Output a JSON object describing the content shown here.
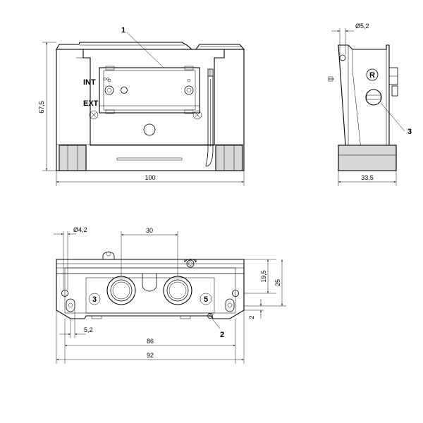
{
  "front_view": {
    "callout_1": "1",
    "label_int": "INT",
    "label_ext": "EXT",
    "dim_height": "67,5",
    "dim_width": "100"
  },
  "side_view": {
    "dim_hole": "Ø5,2",
    "callout_3": "3",
    "marking_r": "R",
    "dim_depth": "33,5"
  },
  "bottom_view": {
    "dim_hole": "Ø4,2",
    "dim_pitch": "30",
    "port_3": "3",
    "port_5": "5",
    "callout_2": "2",
    "dim_19_5": "19,5",
    "dim_25": "25",
    "dim_2": "2",
    "dim_5_2": "5,2",
    "dim_86": "86",
    "dim_92": "92"
  }
}
